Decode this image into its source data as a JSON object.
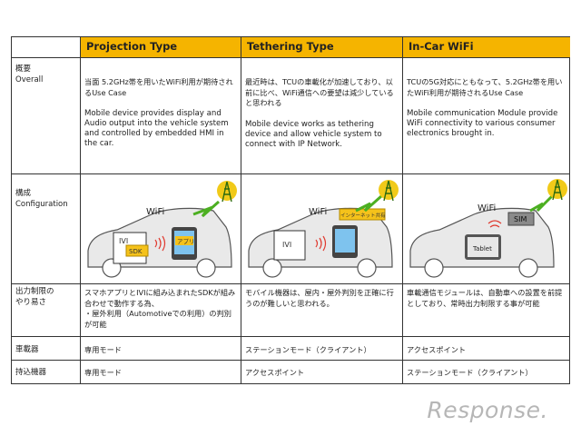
{
  "headers": [
    "Projection Type",
    "Tethering Type",
    "In-Car WiFi"
  ],
  "rows": {
    "overall": {
      "label_jp": "概要",
      "label_en": "Overall",
      "cells": [
        {
          "jp": "当面 5.2GHz帯を用いたWiFi利用が期待されるUse Case",
          "en": "Mobile device provides display and Audio output into the vehicle system and controlled by embedded HMI in the car."
        },
        {
          "jp": "最近時は、TCUの車載化が加速しており、以前に比べ、WiFi通信への要望は減少していると思われる",
          "en": "Mobile device works as tethering device and allow vehicle system to connect with IP Network."
        },
        {
          "jp": "TCUの5G対応にともなって、5.2GHz帯を用いたWiFi利用が期待されるUse Case",
          "en": "Mobile communication Module provide WiFi connectivity to various consumer electronics brought in."
        }
      ]
    },
    "config": {
      "label_jp": "構成",
      "label_en": "Configuration",
      "diagrams": [
        {
          "wifi": "WiFi",
          "ivi": "IVI",
          "sdk": "SDK",
          "app": "アプリ"
        },
        {
          "wifi": "WiFi",
          "ivi": "IVI",
          "tag": "インターネット共有"
        },
        {
          "wifi": "WiFi",
          "sim": "SIM",
          "tablet": "Tablet"
        }
      ]
    },
    "restriction": {
      "label_jp": "出力制限の\nやり易さ",
      "cells": [
        "スマホアプリとIVIに組み込まれたSDKが組み合わせで動作する為、\n・屋外利用（Automotiveでの利用）の判別が可能",
        "モバイル機器は、屋内・屋外判別を正確に行うのが難しいと思われる。",
        "車載通信モジュールは、自動車への設置を前提としており、常時出力制限する事が可能"
      ]
    },
    "vehicle": {
      "label_jp": "車載器",
      "cells": [
        "専用モード",
        "ステーションモード（クライアント）",
        "アクセスポイント"
      ]
    },
    "carried": {
      "label_jp": "持込機器",
      "cells": [
        "専用モード",
        "アクセスポイント",
        "ステーションモード（クライアント）"
      ]
    }
  },
  "logo": "Response.",
  "colors": {
    "header": "#f5b400",
    "car_fill": "#e9e9e9",
    "tower": "#6fbf2a",
    "signal": "#f0c400",
    "arrow": "#4caf21"
  }
}
